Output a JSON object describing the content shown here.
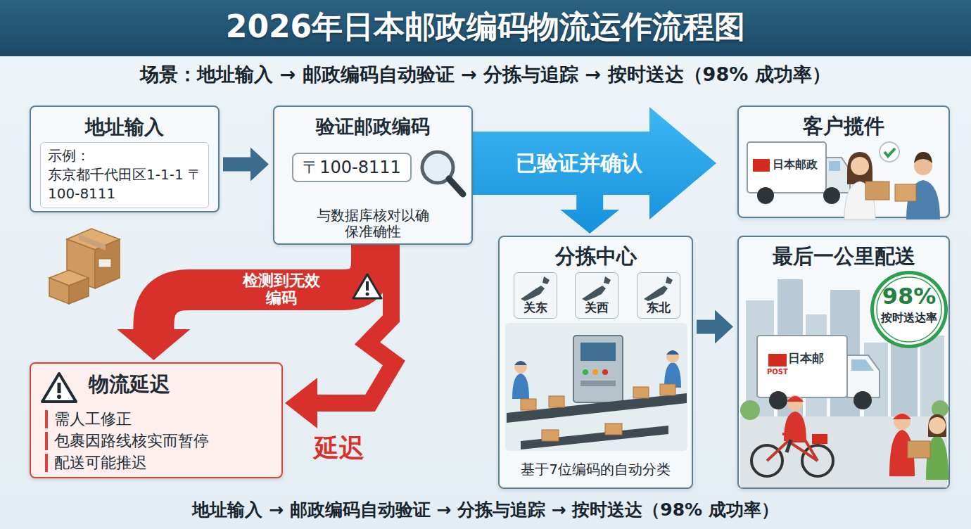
{
  "diagram": {
    "title": "2026年日本邮政编码物流运作流程图",
    "caption": "地址输入 → 邮政编码自动验证 → 分拣与追踪 → 按时送达（98% 成功率）",
    "nodes": [
      {
        "text": [
          "地址输入"
        ]
      },
      {
        "text": [
          "示例： 东京都千代田区1-1-1 〒100-8111"
        ],
        "in": 0
      },
      {
        "text": [
          "验证邮政编码",
          "与数据库核对以确保准确性"
        ]
      },
      {
        "text": [
          "〒100-8111"
        ],
        "in": 2
      },
      {
        "text": [
          "客户揽件"
        ]
      },
      {
        "text": [
          "分拣中心",
          "基于7位编码的自动分类"
        ]
      },
      {
        "text": [
          "关东"
        ],
        "in": 5
      },
      {
        "text": [
          "关西"
        ],
        "in": 5
      },
      {
        "text": [
          "东北"
        ],
        "in": 5
      },
      {
        "text": [
          "最后一公里配送"
        ]
      },
      {
        "text": [
          "98%",
          "按时送达率"
        ],
        "in": 9
      },
      {
        "text": [
          "物流延迟",
          "需人工修正",
          "包裹因路线核实而暂停",
          "配送可能推迟"
        ]
      }
    ],
    "edges": [
      {
        "from": 0,
        "to": 2,
        "arrow": "to"
      },
      {
        "from": 2,
        "to": 4,
        "label": "已验证并确认",
        "arrow": "to"
      },
      {
        "from": 2,
        "to": 5,
        "arrow": "to"
      },
      {
        "from": 5,
        "to": 9,
        "arrow": "to"
      },
      {
        "from": 2,
        "to": 11,
        "label": "检测到无效编码",
        "arrow": "to"
      },
      {
        "from": 2,
        "to": 11,
        "label": "延迟",
        "arrow": "to"
      }
    ],
    "labels": [
      "场景：地址输入 → 邮政编码自动验证 → 分拣与追踪 → 按时送达（98% 成功率）",
      "日本邮政",
      "日本邮",
      "POST"
    ]
  }
}
